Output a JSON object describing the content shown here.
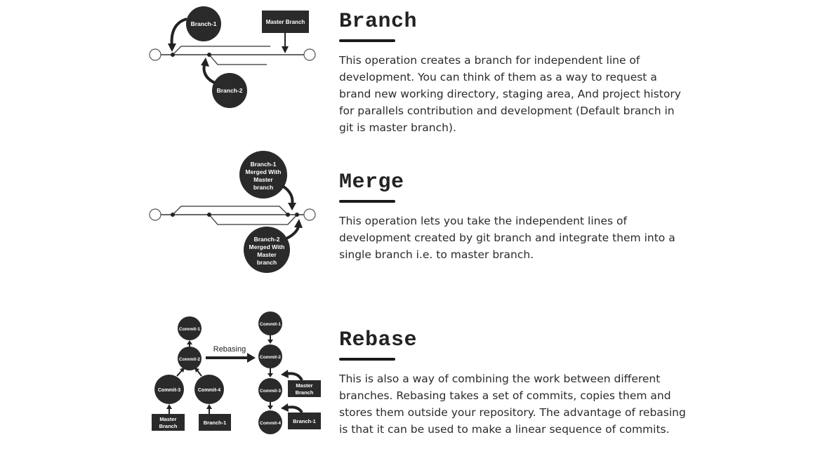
{
  "branch": {
    "heading": "Branch",
    "description": "This operation creates a branch for independent line of development. You can think of them as a way to request a brand new working directory, staging area, And project history for parallels contribution and development (Default branch in git is master branch).",
    "diagram": {
      "branch1_label": "Branch-1",
      "master_label": "Master Branch",
      "branch2_label": "Branch-2"
    }
  },
  "merge": {
    "heading": "Merge",
    "description": "This operation lets you take the independent lines of development created by git branch and integrate them into a single branch i.e. to master branch.",
    "diagram": {
      "merged1_lines": [
        "Branch-1",
        "Merged With",
        "Master",
        "branch"
      ],
      "merged2_lines": [
        "Branch-2",
        "Merged With",
        "Master",
        "branch"
      ]
    }
  },
  "rebase": {
    "heading": "Rebase",
    "description": "This is also a way of combining the work between different branches. Rebasing takes a set of commits, copies them and stores them outside your repository. The advantage of rebasing is that it can be used to make a linear sequence of commits.",
    "diagram": {
      "rebasing_label": "Rebasing",
      "left": {
        "commit1": "Commit-1",
        "commit2": "Commit-2",
        "commit3": "Commit-3",
        "commit4": "Commit-4",
        "master_lines": [
          "Master",
          "Branch"
        ],
        "branch1": "Branch-1"
      },
      "right": {
        "commit1": "Commit-1",
        "commit2": "Commit-2",
        "commit3": "Commit-3",
        "commit4": "Commit-4",
        "master_lines": [
          "Master",
          "Branch"
        ],
        "branch1": "Branch-1"
      }
    }
  }
}
